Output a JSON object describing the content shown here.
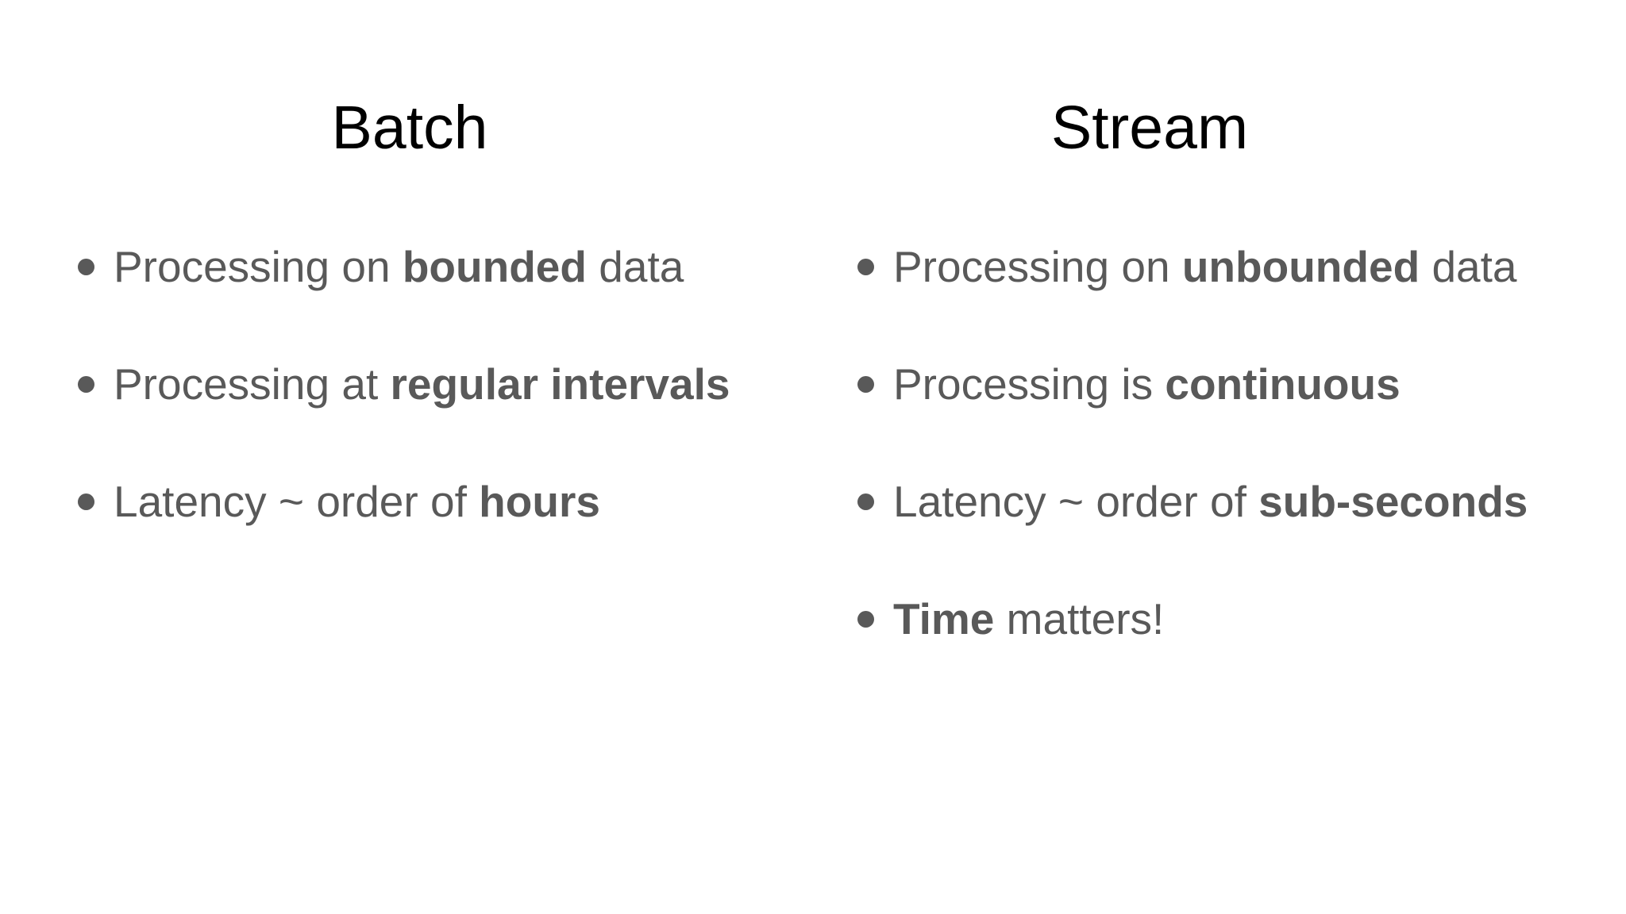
{
  "colors": {
    "background": "#ffffff",
    "heading": "#000000",
    "body": "#595959",
    "bullet_dot": "#595959"
  },
  "columns": [
    {
      "title": "Batch",
      "bullets": [
        {
          "segments": [
            {
              "text": "Processing on ",
              "bold": false
            },
            {
              "text": "bounded",
              "bold": true
            },
            {
              "text": " data",
              "bold": false
            }
          ]
        },
        {
          "segments": [
            {
              "text": "Processing at ",
              "bold": false
            },
            {
              "text": "regular intervals",
              "bold": true
            }
          ]
        },
        {
          "segments": [
            {
              "text": "Latency ~ order of ",
              "bold": false
            },
            {
              "text": "hours",
              "bold": true
            }
          ]
        }
      ]
    },
    {
      "title": "Stream",
      "bullets": [
        {
          "segments": [
            {
              "text": "Processing on ",
              "bold": false
            },
            {
              "text": "unbounded",
              "bold": true
            },
            {
              "text": " data",
              "bold": false
            }
          ]
        },
        {
          "segments": [
            {
              "text": "Processing is ",
              "bold": false
            },
            {
              "text": "continuous",
              "bold": true
            }
          ]
        },
        {
          "segments": [
            {
              "text": "Latency ~ order of ",
              "bold": false
            },
            {
              "text": "sub-seconds",
              "bold": true
            }
          ]
        },
        {
          "segments": [
            {
              "text": "Time",
              "bold": true
            },
            {
              "text": " matters!",
              "bold": false
            }
          ]
        }
      ]
    }
  ]
}
